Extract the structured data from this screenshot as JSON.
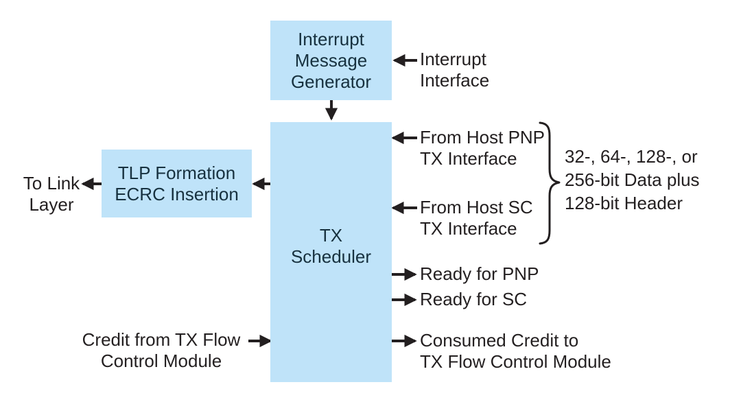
{
  "diagram": {
    "boxes": {
      "interrupt_message_generator": "Interrupt\nMessage\nGenerator",
      "tx_scheduler": "TX\nScheduler",
      "tlp_formation": "TLP Formation\nECRC Insertion"
    },
    "labels": {
      "interrupt_interface": "Interrupt\nInterface",
      "to_link_layer": "To Link\nLayer",
      "from_host_pnp": "From Host PNP\nTX Interface",
      "from_host_sc": "From Host SC\nTX Interface",
      "data_width_note": "32-, 64-, 128-, or\n256-bit Data plus\n128-bit Header",
      "ready_for_pnp": "Ready for PNP",
      "ready_for_sc": "Ready for SC",
      "consumed_credit": "Consumed Credit to\nTX Flow Control Module",
      "credit_from_flow_control": "Credit from TX Flow\nControl Module"
    },
    "colors": {
      "box_fill": "#bfe3f9",
      "box_text": "#17313f",
      "label_text": "#231f20",
      "arrow": "#231f20",
      "background": "#ffffff"
    }
  }
}
